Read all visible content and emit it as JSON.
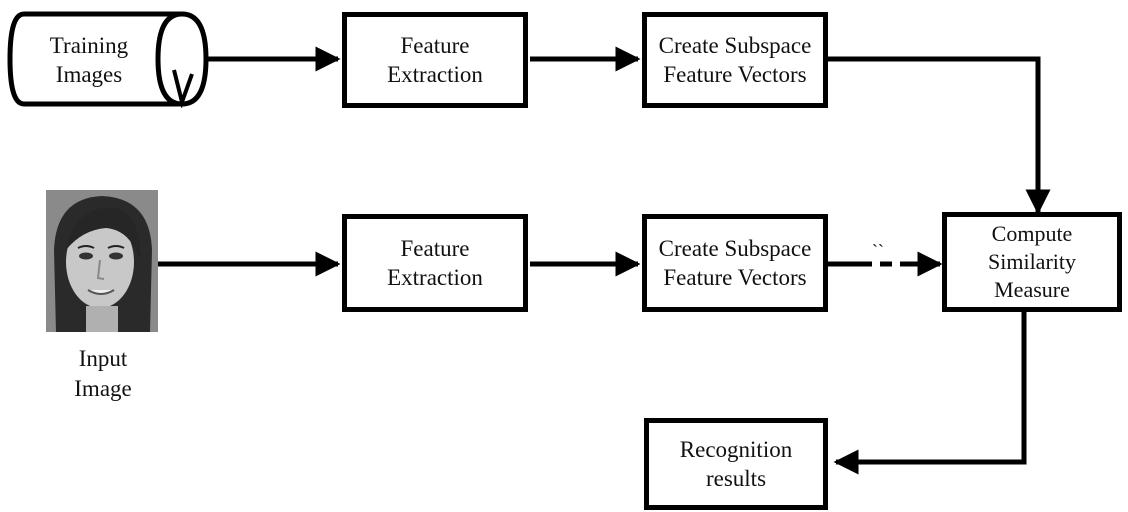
{
  "training_images": {
    "lines": [
      "Training",
      "Images"
    ]
  },
  "input_image": {
    "caption_lines": [
      "Input",
      "Image"
    ],
    "subject": "face-photo"
  },
  "top_row": {
    "feature_extraction": {
      "lines": [
        "Feature",
        "Extraction"
      ]
    },
    "subspace_vectors": {
      "lines": [
        "Create Subspace",
        "Feature Vectors"
      ]
    }
  },
  "bottom_row": {
    "feature_extraction": {
      "lines": [
        "Feature",
        "Extraction"
      ]
    },
    "subspace_vectors": {
      "lines": [
        "Create Subspace",
        "Feature Vectors"
      ]
    },
    "connector_mark": "``"
  },
  "similarity": {
    "lines": [
      "Compute",
      "Similarity",
      "Measure"
    ]
  },
  "recognition": {
    "lines": [
      "Recognition",
      "results"
    ]
  },
  "colors": {
    "stroke": "#000000",
    "text": "#111111",
    "background": "#ffffff"
  }
}
